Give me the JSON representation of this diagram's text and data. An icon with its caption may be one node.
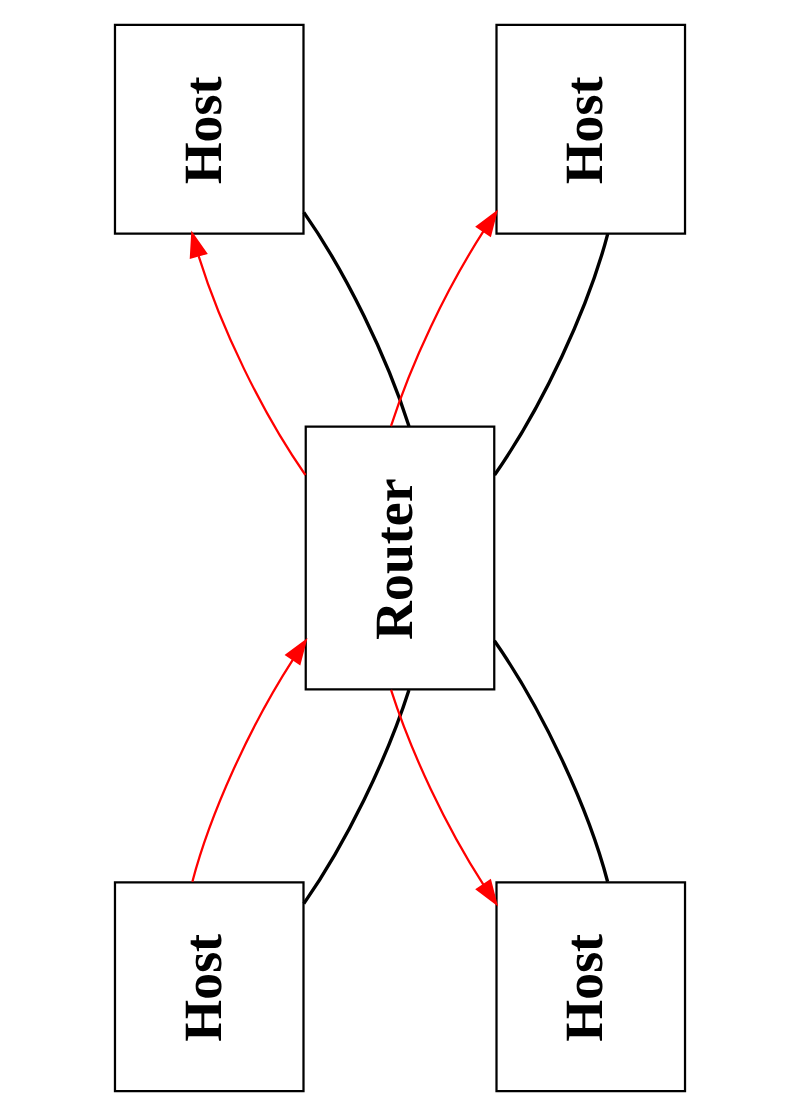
{
  "diagram": {
    "nodes": [
      {
        "text": [
          "Host"
        ]
      },
      {
        "text": [
          "Host"
        ]
      },
      {
        "text": [
          "Router"
        ]
      },
      {
        "text": [
          "Host"
        ]
      },
      {
        "text": [
          "Host"
        ]
      }
    ],
    "edges": [
      {
        "from": 0,
        "to": 2,
        "arrow": "none"
      },
      {
        "from": 1,
        "to": 2,
        "arrow": "none"
      },
      {
        "from": 2,
        "to": 3,
        "arrow": "none"
      },
      {
        "from": 2,
        "to": 4,
        "arrow": "none"
      },
      {
        "from": 0,
        "to": 2,
        "arrow": "to",
        "color": "#ff0000"
      },
      {
        "from": 2,
        "to": 1,
        "arrow": "to",
        "color": "#ff0000"
      },
      {
        "from": 2,
        "to": 3,
        "arrow": "to",
        "color": "#ff0000"
      },
      {
        "from": 2,
        "to": 4,
        "arrow": "to",
        "color": "#ff0000"
      }
    ]
  }
}
